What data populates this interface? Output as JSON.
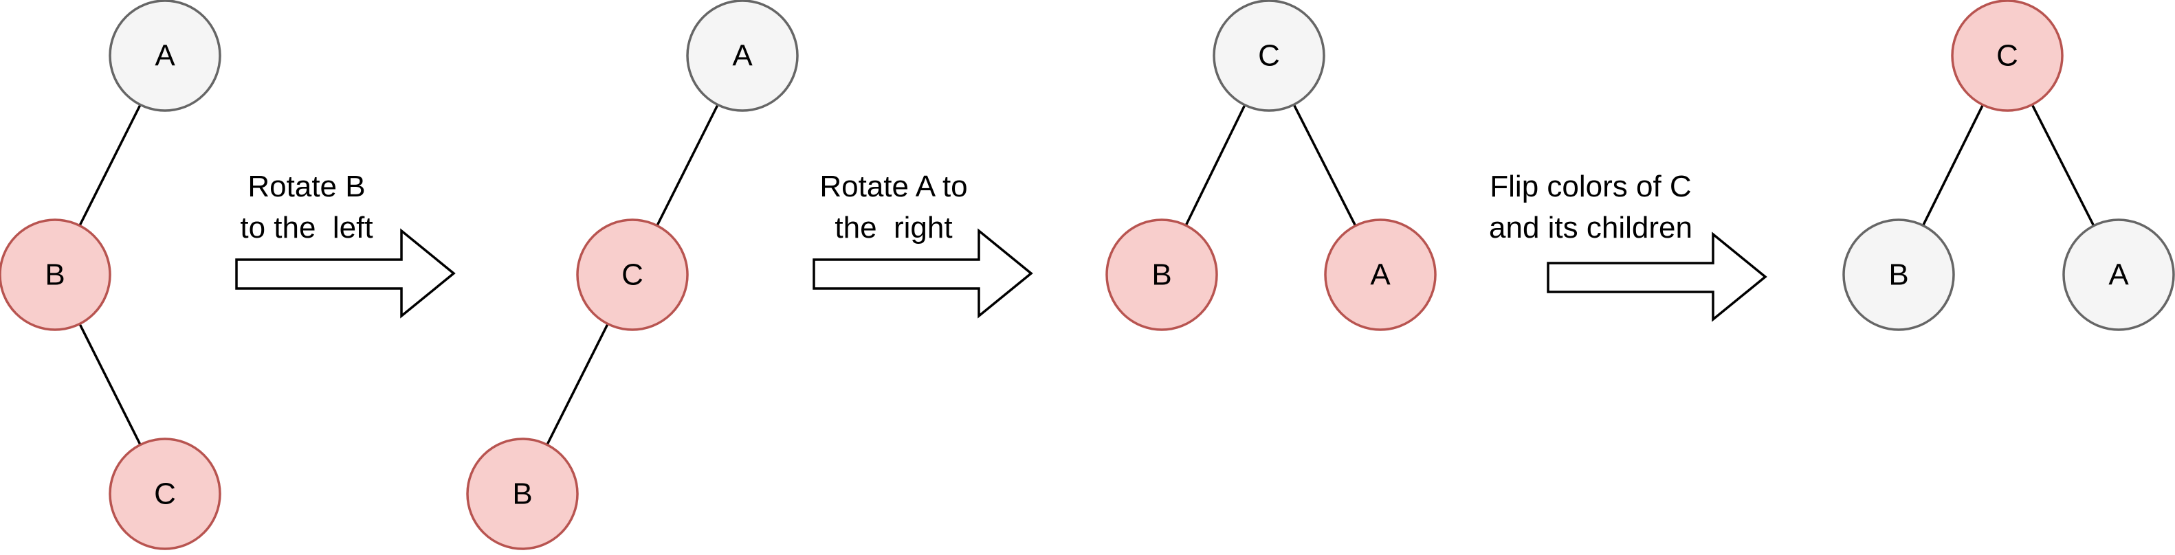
{
  "colors": {
    "red_fill": "#f8cecc",
    "red_stroke": "#b85450",
    "black_fill": "#f5f5f5",
    "black_stroke": "#666666",
    "edge": "#000000"
  },
  "steps": [
    {
      "caption_lines": [
        "Rotate B",
        "to the  left"
      ]
    },
    {
      "caption_lines": [
        "Rotate A to",
        "the  right"
      ]
    },
    {
      "caption_lines": [
        "Flip colors of C",
        "and its children"
      ]
    }
  ],
  "trees": [
    {
      "nodes": [
        {
          "id": "t1-a",
          "label": "A",
          "color": "black"
        },
        {
          "id": "t1-b",
          "label": "B",
          "color": "red"
        },
        {
          "id": "t1-c",
          "label": "C",
          "color": "red"
        }
      ],
      "edges": [
        [
          "t1-a",
          "t1-b"
        ],
        [
          "t1-b",
          "t1-c"
        ]
      ]
    },
    {
      "nodes": [
        {
          "id": "t2-a",
          "label": "A",
          "color": "black"
        },
        {
          "id": "t2-c",
          "label": "C",
          "color": "red"
        },
        {
          "id": "t2-b",
          "label": "B",
          "color": "red"
        }
      ],
      "edges": [
        [
          "t2-a",
          "t2-c"
        ],
        [
          "t2-c",
          "t2-b"
        ]
      ]
    },
    {
      "nodes": [
        {
          "id": "t3-c",
          "label": "C",
          "color": "black"
        },
        {
          "id": "t3-b",
          "label": "B",
          "color": "red"
        },
        {
          "id": "t3-a",
          "label": "A",
          "color": "red"
        }
      ],
      "edges": [
        [
          "t3-c",
          "t3-b"
        ],
        [
          "t3-c",
          "t3-a"
        ]
      ]
    },
    {
      "nodes": [
        {
          "id": "t4-c",
          "label": "C",
          "color": "red"
        },
        {
          "id": "t4-b",
          "label": "B",
          "color": "black"
        },
        {
          "id": "t4-a",
          "label": "A",
          "color": "black"
        }
      ],
      "edges": [
        [
          "t4-c",
          "t4-b"
        ],
        [
          "t4-c",
          "t4-a"
        ]
      ]
    }
  ]
}
